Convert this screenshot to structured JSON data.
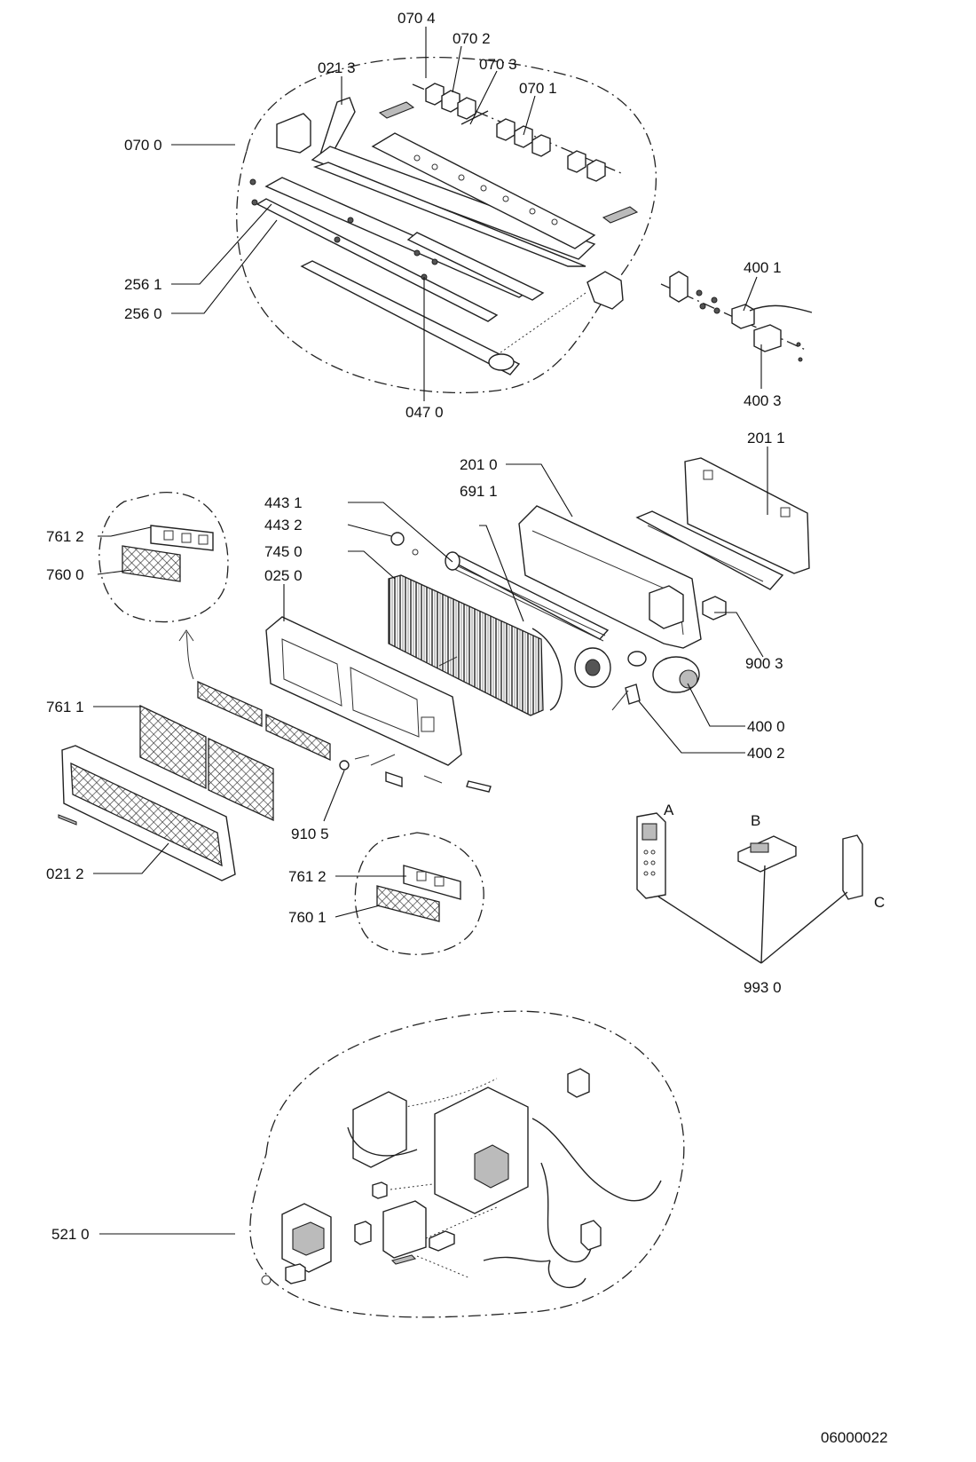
{
  "labels": {
    "l0704": "070 4",
    "l0702": "070 2",
    "l0703": "070 3",
    "l0213": "021 3",
    "l0701": "070 1",
    "l0700": "070 0",
    "l2561": "256 1",
    "l2560": "256 0",
    "l0470": "047 0",
    "l4001": "400 1",
    "l4003": "400 3",
    "l2011": "201 1",
    "l2010": "201 0",
    "l4431": "443 1",
    "l6911": "691 1",
    "l4432": "443 2",
    "l7450": "745 0",
    "l0250": "025 0",
    "l7612a": "761 2",
    "l7600": "760 0",
    "l9003": "900 3",
    "l4000": "400 0",
    "l4002": "400 2",
    "l7611": "761 1",
    "l9105": "910 5",
    "l0212": "021 2",
    "l7612b": "761 2",
    "l7601": "760 1",
    "la": "A",
    "lb": "B",
    "lc": "C",
    "l9930": "993 0",
    "l5210": "521 0",
    "docnum": "06000022"
  }
}
